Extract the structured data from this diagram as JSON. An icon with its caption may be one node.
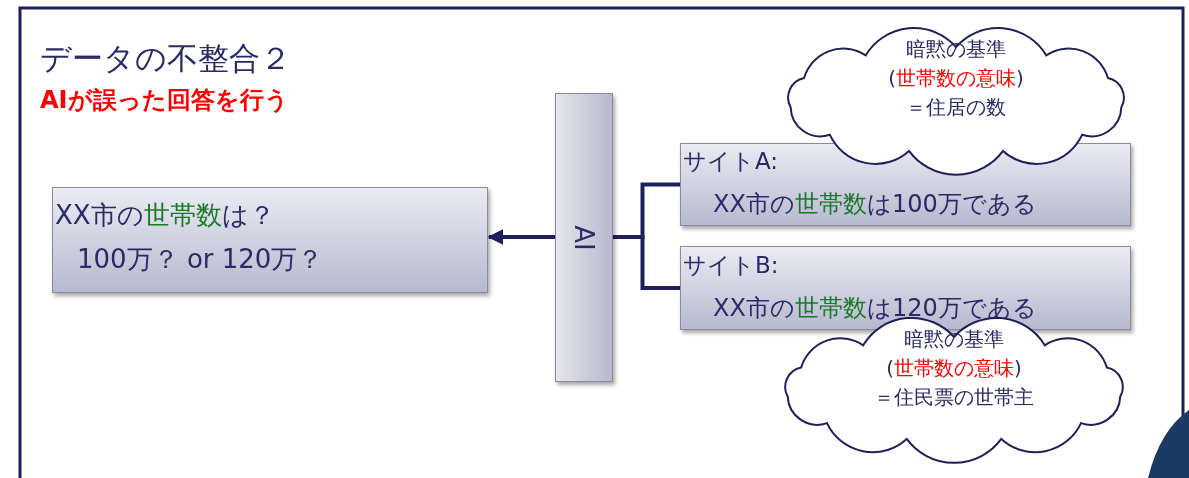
{
  "diagram": {
    "title": "データの不整合２",
    "nodes": [
      {
        "text": [
          "XX市の世帯数は？",
          "100万？ or 120万？"
        ]
      },
      {
        "text": [
          "AI"
        ]
      },
      {
        "text": [
          "サイトA:",
          "XX市の世帯数は100万である"
        ]
      },
      {
        "text": [
          "サイトB:",
          "XX市の世帯数は120万である"
        ]
      },
      {
        "text": [
          "暗黙の基準(世帯数の意味)＝住居の数"
        ]
      },
      {
        "text": [
          "暗黙の基準(世帯数の意味)＝住民票の世帯主"
        ]
      }
    ],
    "edges": [
      {
        "from": 1,
        "to": 0,
        "arrow": "to"
      },
      {
        "from": 1,
        "to": 2,
        "arrow": "none"
      },
      {
        "from": 1,
        "to": 3,
        "arrow": "none"
      }
    ],
    "labels": [
      "AIが誤った回答を行う"
    ]
  }
}
